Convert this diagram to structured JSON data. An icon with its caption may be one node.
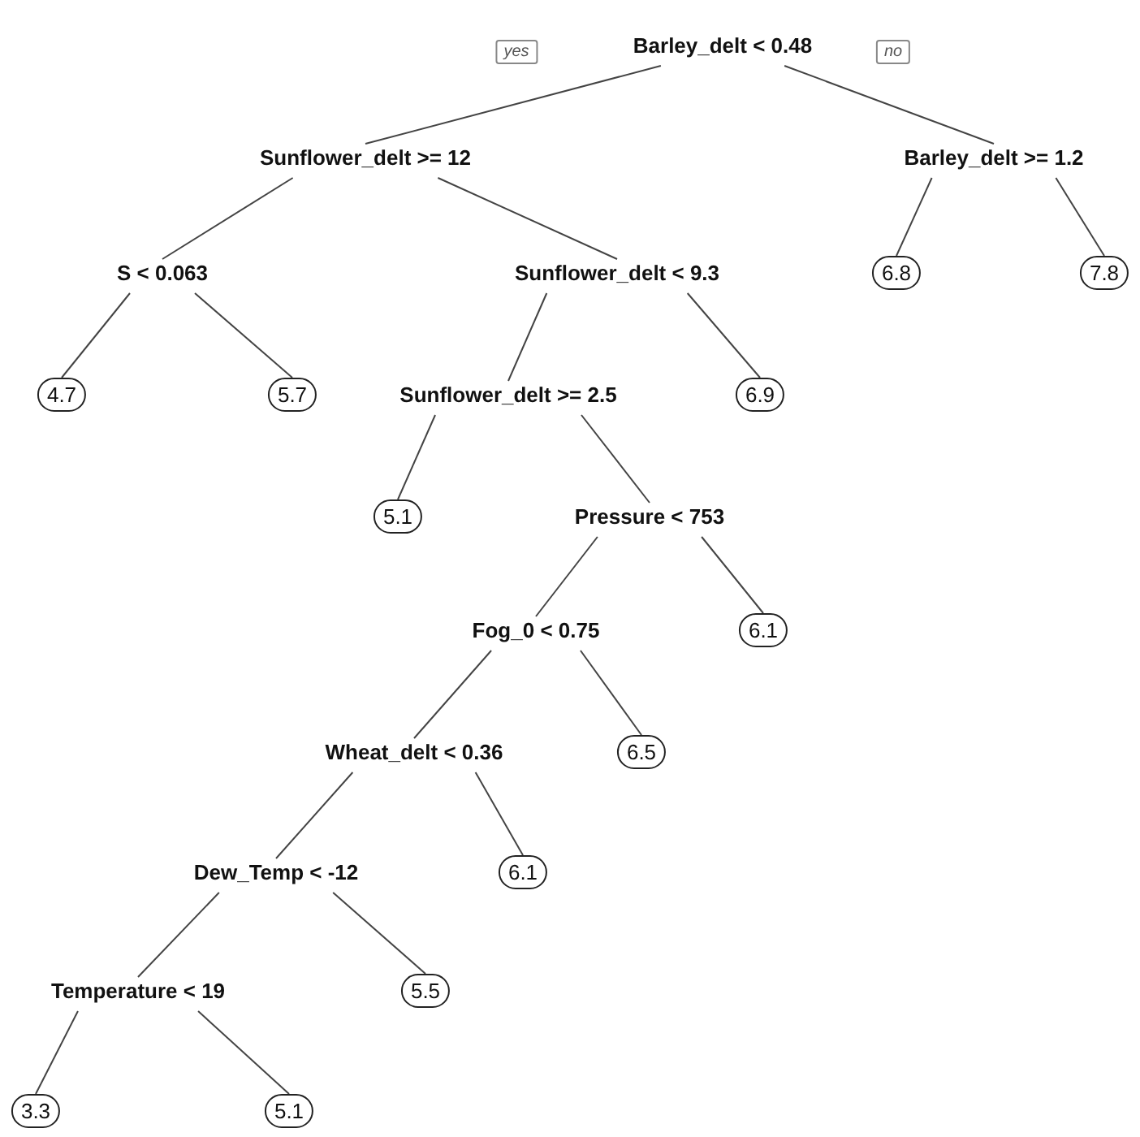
{
  "diagram": {
    "nodes": [
      {
        "text": [
          "Barley_delt < 0.48"
        ]
      },
      {
        "text": [
          "Sunflower_delt >= 12"
        ]
      },
      {
        "text": [
          "Barley_delt >= 1.2"
        ]
      },
      {
        "text": [
          "S < 0.063"
        ]
      },
      {
        "text": [
          "Sunflower_delt < 9.3"
        ]
      },
      {
        "text": [
          "6.8"
        ]
      },
      {
        "text": [
          "7.8"
        ]
      },
      {
        "text": [
          "4.7"
        ]
      },
      {
        "text": [
          "5.7"
        ]
      },
      {
        "text": [
          "Sunflower_delt >= 2.5"
        ]
      },
      {
        "text": [
          "6.9"
        ]
      },
      {
        "text": [
          "5.1"
        ]
      },
      {
        "text": [
          "Pressure < 753"
        ]
      },
      {
        "text": [
          "Fog_0 < 0.75"
        ]
      },
      {
        "text": [
          "6.1"
        ]
      },
      {
        "text": [
          "Wheat_delt < 0.36"
        ]
      },
      {
        "text": [
          "6.5"
        ]
      },
      {
        "text": [
          "Dew_Temp < -12"
        ]
      },
      {
        "text": [
          "6.1"
        ]
      },
      {
        "text": [
          "Temperature < 19"
        ]
      },
      {
        "text": [
          "5.5"
        ]
      },
      {
        "text": [
          "3.3"
        ]
      },
      {
        "text": [
          "5.1"
        ]
      }
    ],
    "edges": [
      {
        "from": 0,
        "to": 1,
        "arrow": "none"
      },
      {
        "from": 0,
        "to": 2,
        "arrow": "none"
      },
      {
        "from": 1,
        "to": 3,
        "arrow": "none"
      },
      {
        "from": 1,
        "to": 4,
        "arrow": "none"
      },
      {
        "from": 2,
        "to": 5,
        "arrow": "none"
      },
      {
        "from": 2,
        "to": 6,
        "arrow": "none"
      },
      {
        "from": 3,
        "to": 7,
        "arrow": "none"
      },
      {
        "from": 3,
        "to": 8,
        "arrow": "none"
      },
      {
        "from": 4,
        "to": 9,
        "arrow": "none"
      },
      {
        "from": 4,
        "to": 10,
        "arrow": "none"
      },
      {
        "from": 9,
        "to": 11,
        "arrow": "none"
      },
      {
        "from": 9,
        "to": 12,
        "arrow": "none"
      },
      {
        "from": 12,
        "to": 13,
        "arrow": "none"
      },
      {
        "from": 12,
        "to": 14,
        "arrow": "none"
      },
      {
        "from": 13,
        "to": 15,
        "arrow": "none"
      },
      {
        "from": 13,
        "to": 16,
        "arrow": "none"
      },
      {
        "from": 15,
        "to": 17,
        "arrow": "none"
      },
      {
        "from": 15,
        "to": 18,
        "arrow": "none"
      },
      {
        "from": 17,
        "to": 19,
        "arrow": "none"
      },
      {
        "from": 17,
        "to": 20,
        "arrow": "none"
      },
      {
        "from": 19,
        "to": 21,
        "arrow": "none"
      },
      {
        "from": 19,
        "to": 22,
        "arrow": "none"
      }
    ],
    "labels": [
      "yes",
      "no"
    ]
  }
}
